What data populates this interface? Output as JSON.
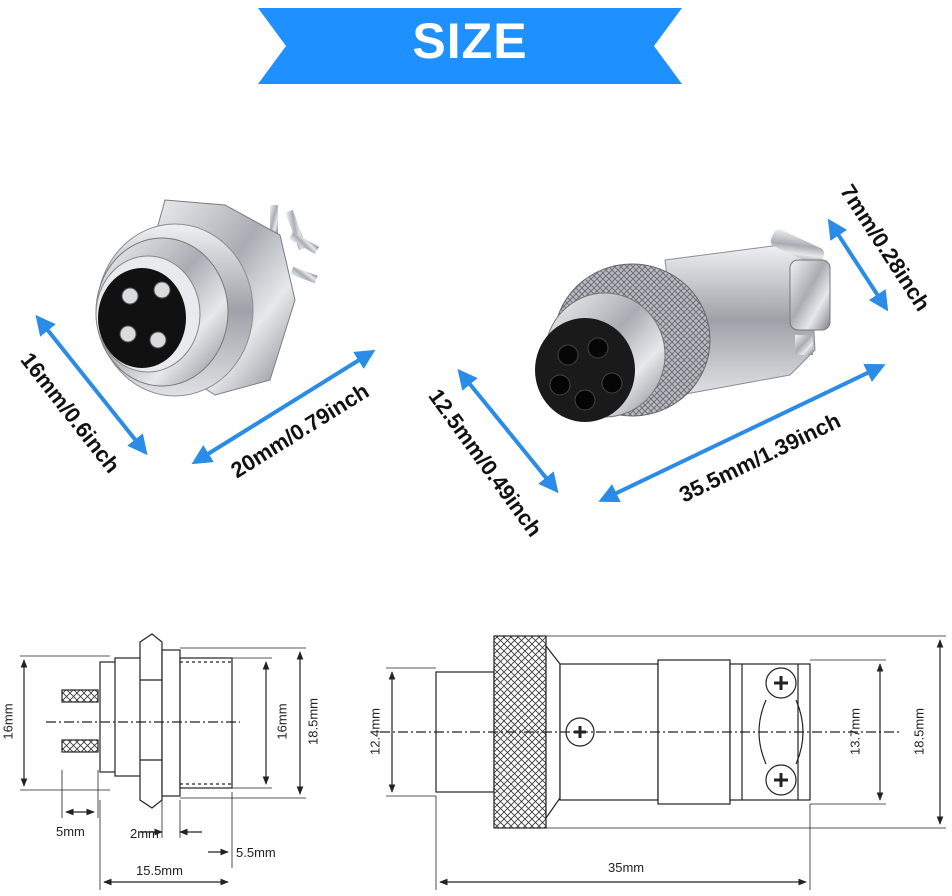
{
  "banner": {
    "title": "SIZE",
    "color": "#1e90ff"
  },
  "photo_dimensions": {
    "socket_depth": "16mm/0.6inch",
    "socket_diameter": "20mm/0.79inch",
    "plug_tail": "7mm/0.28inch",
    "plug_face": "12.5mm/0.49inch",
    "plug_length": "35.5mm/1.39inch"
  },
  "socket_drawing": {
    "height_left": "16mm",
    "height_inner": "16mm",
    "height_outer": "18.5mm",
    "pin_length": "5mm",
    "flange": "2mm",
    "thread": "5.5mm",
    "total": "15.5mm"
  },
  "plug_drawing": {
    "face": "12.4mm",
    "body": "13.7mm",
    "outer": "18.5mm",
    "length": "35mm"
  },
  "colors": {
    "arrow": "#2a8ce6",
    "metal": "#c9ccd1",
    "dark": "#222222"
  }
}
